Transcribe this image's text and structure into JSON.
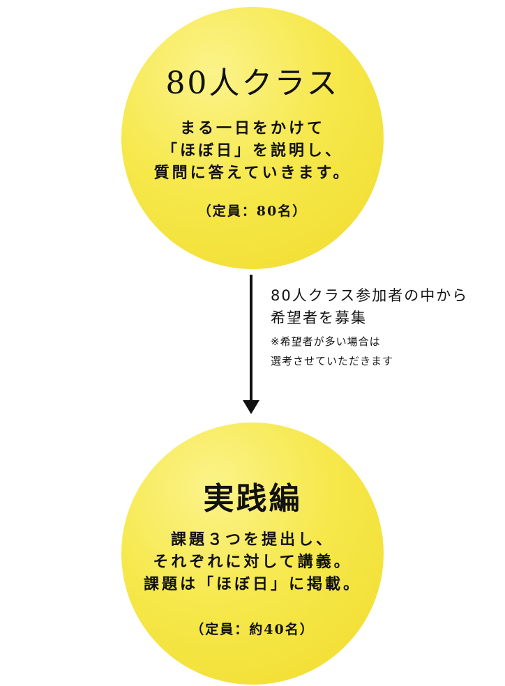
{
  "class80": {
    "title": "80人クラス",
    "lines": [
      "まる一日をかけて",
      "「ほぼ日」を説明し、",
      "質問に答えていきます。"
    ],
    "quota": "（定員：80名）"
  },
  "transition": {
    "main_lines": [
      "80人クラス参加者の中から",
      "希望者を募集"
    ],
    "note_lines": [
      "※希望者が多い場合は",
      "選考させていただきます"
    ]
  },
  "practice": {
    "title": "実践編",
    "lines": [
      "課題３つを提出し、",
      "それぞれに対して講義。",
      "課題は「ほぼ日」に掲載。"
    ],
    "quota": "（定員：約40名）"
  },
  "colors": {
    "circle": "#f6e84c",
    "arrow": "#111111"
  }
}
